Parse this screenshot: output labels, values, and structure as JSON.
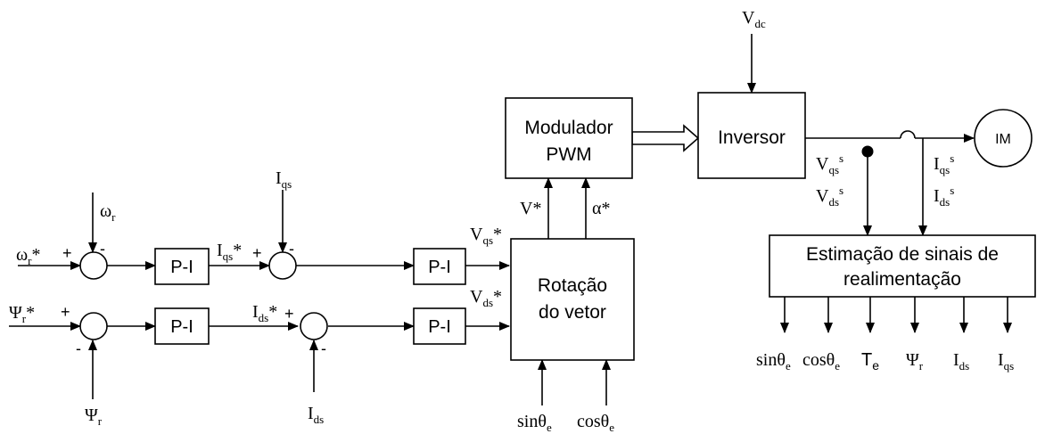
{
  "blocks": {
    "pi_speed": "P-I",
    "pi_flux": "P-I",
    "pi_iq": "P-I",
    "pi_id": "P-I",
    "pwm_line1": "Modulador",
    "pwm_line2": "PWM",
    "inversor": "Inversor",
    "rot_line1": "Rotação",
    "rot_line2": "do vetor",
    "est_line1": "Estimação de sinais de",
    "est_line2": "realimentação",
    "motor": "IM"
  },
  "signs": {
    "plus": "+",
    "minus": "-",
    "star": "*"
  },
  "symbols": {
    "omega": "ω",
    "psi": "Ψ",
    "theta": "θ",
    "I": "I",
    "V": "V",
    "T": "T",
    "alpha": "α",
    "sin": "sin",
    "cos": "cos"
  },
  "subs": {
    "r": "r",
    "qs": "qs",
    "ds": "ds",
    "dc": "dc",
    "e": "e",
    "s": "s"
  }
}
